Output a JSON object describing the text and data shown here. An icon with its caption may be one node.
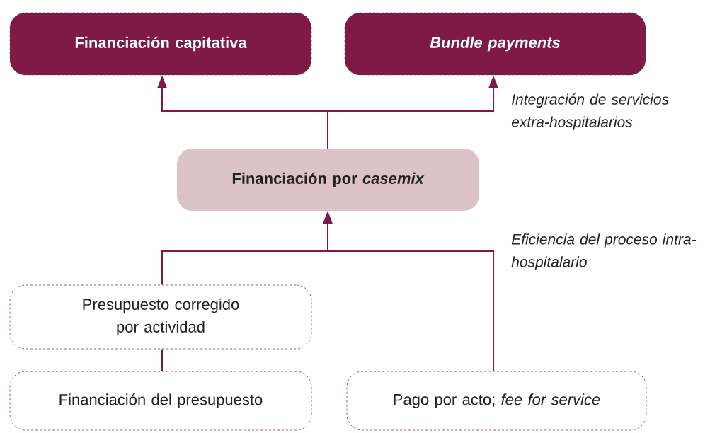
{
  "diagram": {
    "nodes": [
      {
        "text": [
          "Financiación capitativa"
        ]
      },
      {
        "text": [
          "Bundle payments"
        ]
      },
      {
        "text": [
          "Financiación por *casemix*"
        ]
      },
      {
        "text": [
          "Presupuesto corregido por actividad"
        ]
      },
      {
        "text": [
          "Financiación del presupuesto"
        ]
      },
      {
        "text": [
          "Pago por acto; *fee for service*"
        ]
      }
    ],
    "edges": [
      {
        "from": 2,
        "to": 0,
        "arrow": "to"
      },
      {
        "from": 2,
        "to": 1,
        "arrow": "to"
      },
      {
        "from": 3,
        "to": 2,
        "arrow": "to"
      },
      {
        "from": 5,
        "to": 2,
        "arrow": "to"
      },
      {
        "from": 4,
        "to": 3,
        "arrow": "none"
      }
    ],
    "labels": [
      "Integración de servicios extra-hospitalarios",
      "Eficiencia del proceso intra-hospitalario"
    ]
  }
}
